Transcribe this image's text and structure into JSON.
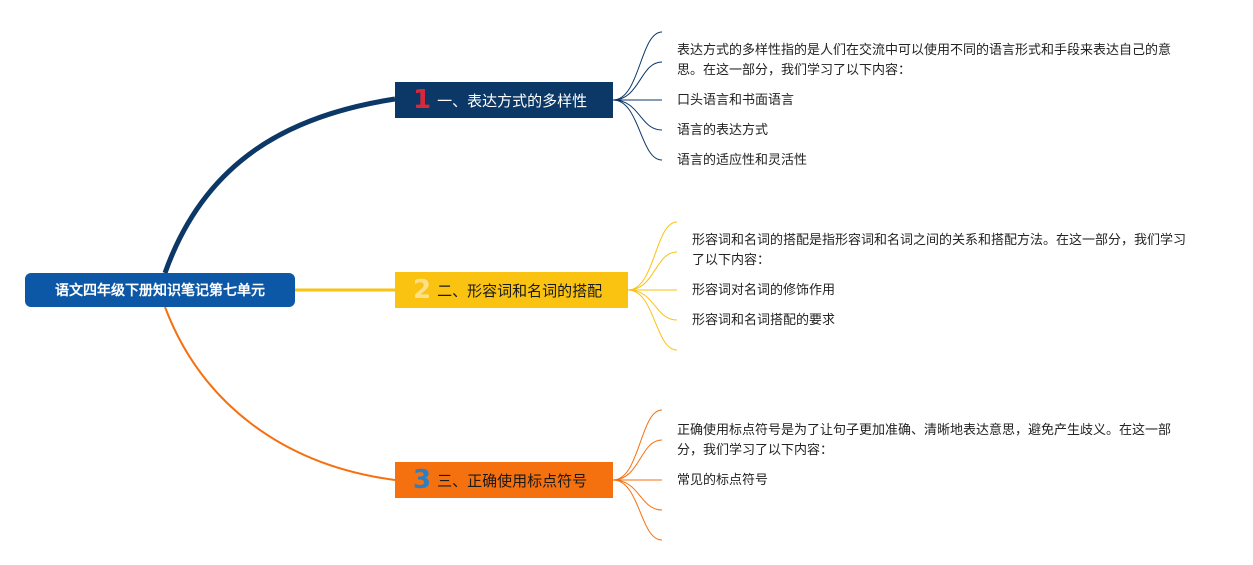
{
  "root": {
    "label": "语文四年级下册知识笔记第七单元"
  },
  "branches": [
    {
      "number": "1",
      "title": "一、表达方式的多样性",
      "description": "表达方式的多样性指的是人们在交流中可以使用不同的语言形式和手段来表达自己的意思。在这一部分，我们学习了以下内容：",
      "items": [
        "口头语言和书面语言",
        "语言的表达方式",
        "语言的适应性和灵活性"
      ],
      "color": "#0b3866"
    },
    {
      "number": "2",
      "title": "二、形容词和名词的搭配",
      "description": "形容词和名词的搭配是指形容词和名词之间的关系和搭配方法。在这一部分，我们学习了以下内容：",
      "items": [
        "形容词对名词的修饰作用",
        "形容词和名词搭配的要求"
      ],
      "color": "#fac211"
    },
    {
      "number": "3",
      "title": "三、正确使用标点符号",
      "description": "正确使用标点符号是为了让句子更加准确、清晰地表达意思，避免产生歧义。在这一部分，我们学习了以下内容：",
      "items": [
        "常见的标点符号"
      ],
      "color": "#f5700f"
    }
  ]
}
